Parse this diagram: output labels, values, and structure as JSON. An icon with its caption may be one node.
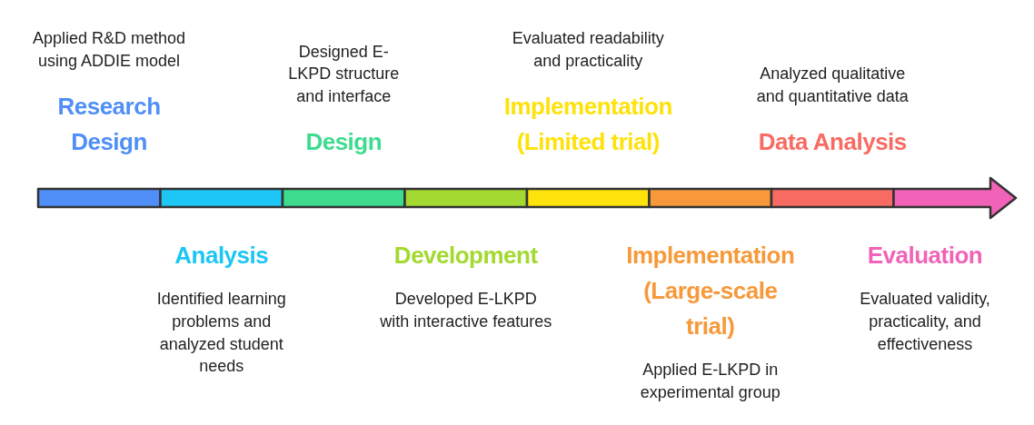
{
  "diagram": {
    "nodes": [
      {
        "text": [
          "Applied R&D method using ADDIE model",
          "Research Design"
        ]
      },
      {
        "text": [
          "Analysis",
          "Identified learning problems and analyzed student needs"
        ]
      },
      {
        "text": [
          "Designed E-LKPD structure and interface",
          "Design"
        ]
      },
      {
        "text": [
          "Development",
          "Developed E-LKPD with interactive features"
        ]
      },
      {
        "text": [
          "Evaluated readability and practicality",
          "Implementation (Limited trial)"
        ]
      },
      {
        "text": [
          "Implementation (Large-scale trial)",
          "Applied E-LKPD in experimental group"
        ]
      },
      {
        "text": [
          "Analyzed qualitative and quantitative data",
          "Data Analysis"
        ]
      },
      {
        "text": [
          "Evaluation",
          "Evaluated validity, practicality, and effectiveness"
        ]
      }
    ],
    "edges": []
  }
}
